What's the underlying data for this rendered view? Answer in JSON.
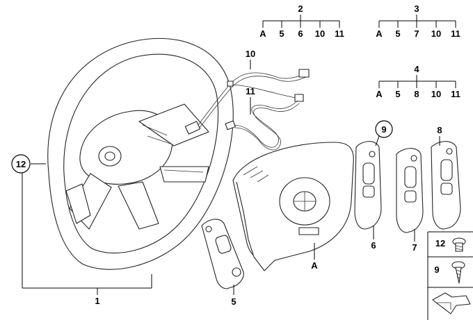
{
  "callouts": {
    "main_wheel": "1",
    "bag_A": "A",
    "sw_left": "5",
    "sw_6": "6",
    "sw_7": "7",
    "sw_8": "8",
    "circle_9": "9",
    "circle_12": "12",
    "wire_10": "10",
    "wire_11": "11"
  },
  "sets": [
    {
      "title": "2",
      "items": [
        "A",
        "5",
        "6",
        "10",
        "11"
      ]
    },
    {
      "title": "3",
      "items": [
        "A",
        "5",
        "7",
        "10",
        "11"
      ]
    },
    {
      "title": "4",
      "items": [
        "A",
        "5",
        "8",
        "10",
        "11"
      ]
    }
  ],
  "hardware": [
    {
      "num": "12",
      "icon": "torx-bolt-icon"
    },
    {
      "num": "9",
      "icon": "self-tapping-screw-icon"
    }
  ],
  "nav_icon": "arrow-icon",
  "colors": {
    "line": "#000000",
    "background": "#ffffff"
  }
}
